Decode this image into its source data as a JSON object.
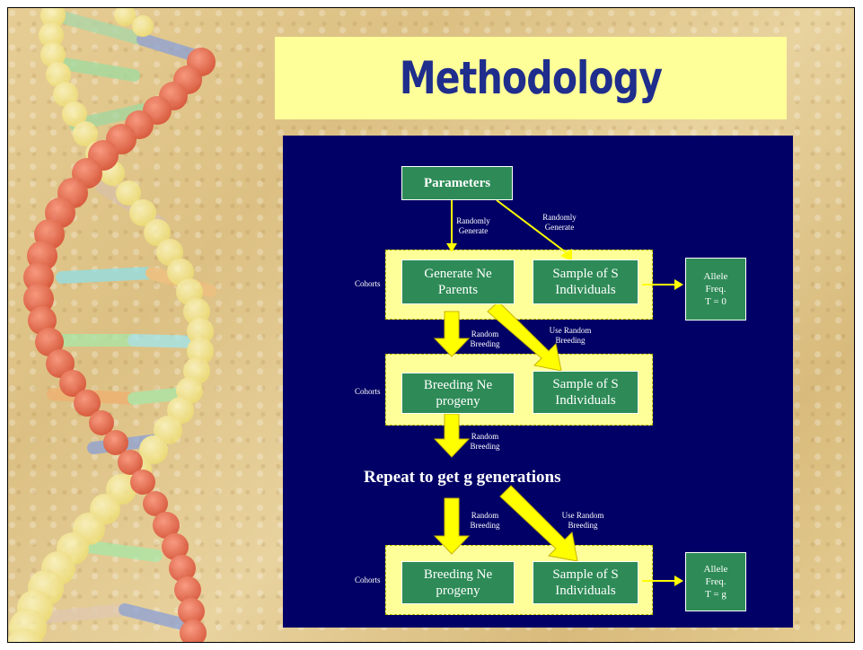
{
  "slide": {
    "title": "Methodology"
  },
  "diagram": {
    "parameters": "Parameters",
    "cohort_label": "Cohorts",
    "rows": [
      {
        "left": "Generate Ne Parents",
        "right": "Sample of S Individuals",
        "allele": [
          "Allele",
          "Freq.",
          "T = 0"
        ]
      },
      {
        "left": "Breeding Ne progeny",
        "right": "Sample of S Individuals"
      },
      {
        "left": "Breeding Ne progeny",
        "right": "Sample of S Individuals",
        "allele": [
          "Allele",
          "Freq.",
          "T = g"
        ]
      }
    ],
    "arrow_labels": {
      "randomly_generate": [
        "Randomly",
        "Generate"
      ],
      "random_breeding": [
        "Random",
        "Breeding"
      ],
      "use_random_breeding": [
        "Use Random",
        "Breeding"
      ]
    },
    "repeat_text": "Repeat to get g generations"
  },
  "colors": {
    "background": "#e2c88e",
    "title_band": "#ffff99",
    "title_text": "#1f2d8c",
    "diagram_bg": "#000066",
    "box_green": "#2e8b57",
    "arrow_yellow": "#ffff00"
  }
}
